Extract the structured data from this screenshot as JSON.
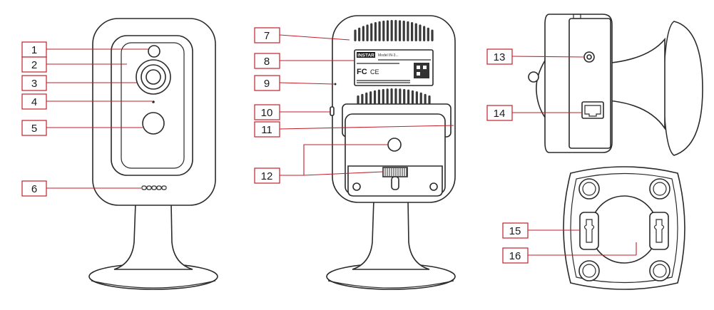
{
  "callouts": [
    "1",
    "2",
    "3",
    "4",
    "5",
    "6",
    "7",
    "8",
    "9",
    "10",
    "11",
    "12",
    "13",
    "14",
    "15",
    "16"
  ],
  "sticker": {
    "brand": "INSTAR",
    "line1": "Model IN-3...",
    "fc": "FC",
    "ce": "CE"
  },
  "colors": {
    "callout_border": "#c0202a",
    "outline": "#2a2a2a"
  }
}
